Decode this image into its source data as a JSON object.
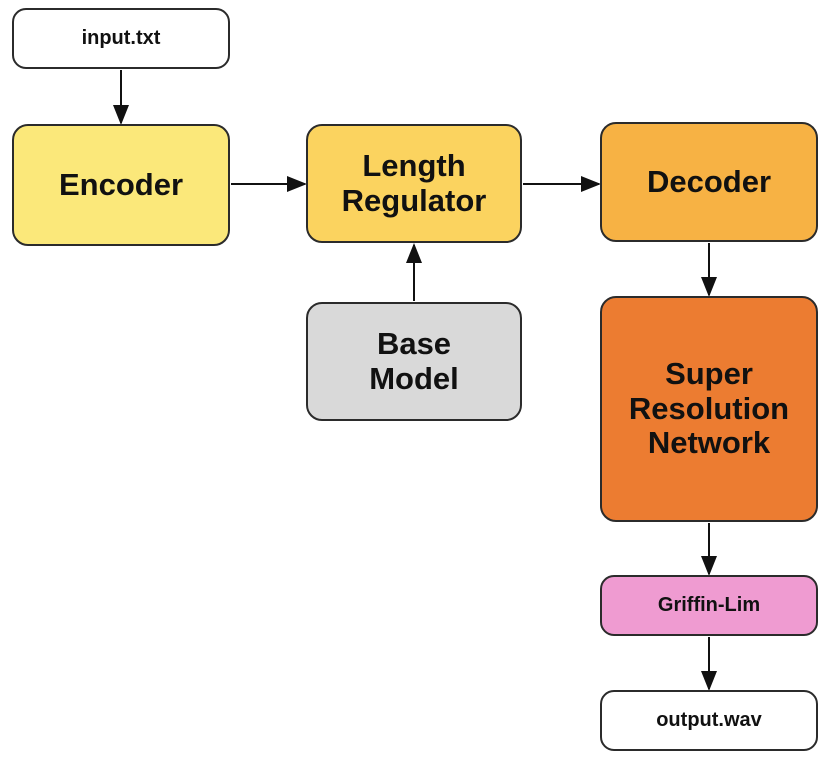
{
  "nodes": {
    "input": {
      "label": "input.txt",
      "color": "#ffffff"
    },
    "encoder": {
      "label": "Encoder",
      "color": "#fbe87a"
    },
    "length_regulator": {
      "label": "Length\nRegulator",
      "color": "#fbd35f"
    },
    "base_model": {
      "label": "Base\nModel",
      "color": "#d9d9d9"
    },
    "decoder": {
      "label": "Decoder",
      "color": "#f7b244"
    },
    "super_resolution": {
      "label": "Super\nResolution\nNetwork",
      "color": "#ec7c31"
    },
    "griffin_lim": {
      "label": "Griffin-Lim",
      "color": "#ef9bd1"
    },
    "output": {
      "label": "output.wav",
      "color": "#ffffff"
    }
  },
  "edges": [
    {
      "from": "input",
      "to": "encoder"
    },
    {
      "from": "encoder",
      "to": "length_regulator"
    },
    {
      "from": "base_model",
      "to": "length_regulator"
    },
    {
      "from": "length_regulator",
      "to": "decoder"
    },
    {
      "from": "decoder",
      "to": "super_resolution"
    },
    {
      "from": "super_resolution",
      "to": "griffin_lim"
    },
    {
      "from": "griffin_lim",
      "to": "output"
    }
  ]
}
